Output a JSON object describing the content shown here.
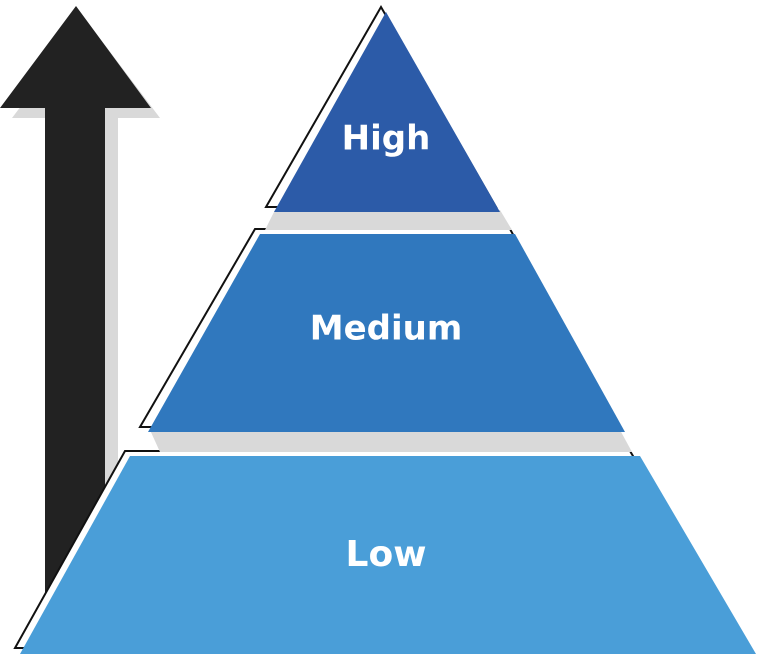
{
  "diagram": {
    "tiers": [
      {
        "id": "high",
        "label": "High",
        "color": "#2c5ba8"
      },
      {
        "id": "medium",
        "label": "Medium",
        "color": "#3078be"
      },
      {
        "id": "low",
        "label": "Low",
        "color": "#4a9ed8"
      }
    ],
    "arrow_color": "#222222",
    "shadow_color": "#d9d9d9"
  }
}
